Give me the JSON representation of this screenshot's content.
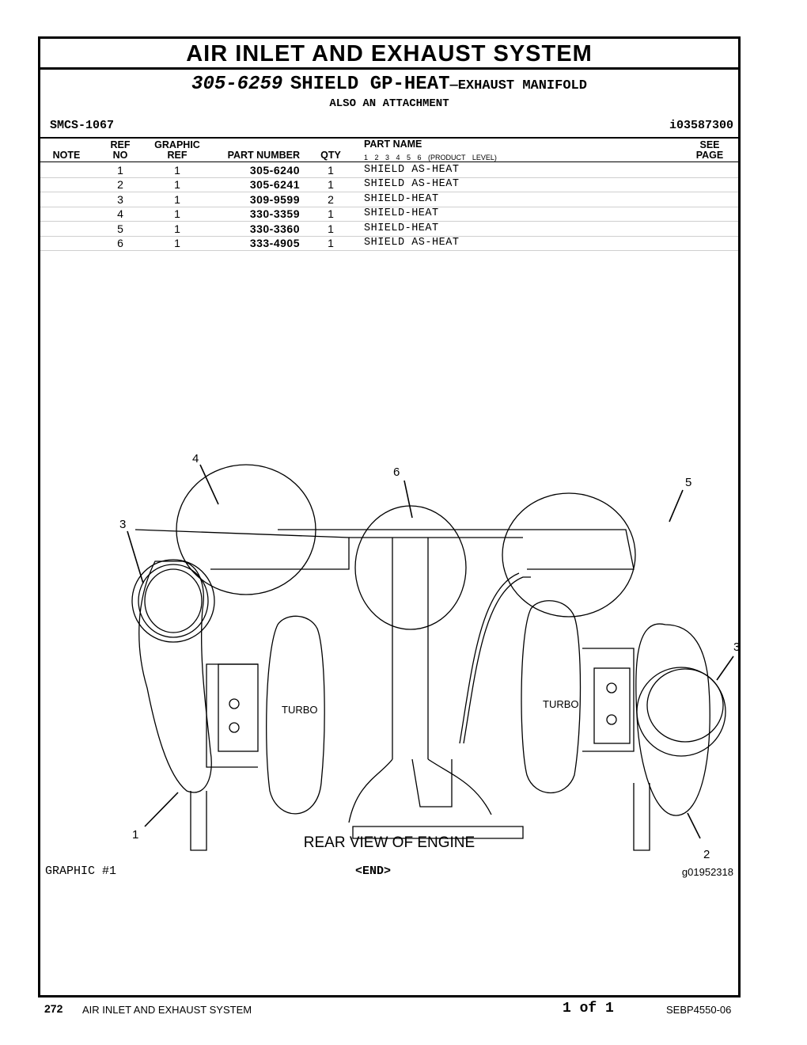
{
  "header": {
    "title": "AIR INLET AND EXHAUST SYSTEM",
    "part_number": "305-6259",
    "part_name": "SHIELD GP-HEAT",
    "part_sub": "—EXHAUST MANIFOLD",
    "also": "ALSO AN ATTACHMENT",
    "smcs": "SMCS-1067",
    "doc_id": "i03587300"
  },
  "table": {
    "headers": {
      "note": "NOTE",
      "ref_top": "REF",
      "ref_bottom": "NO",
      "graphic_top": "GRAPHIC",
      "graphic_bottom": "REF",
      "part_number": "PART NUMBER",
      "qty": "QTY",
      "part_name": "PART NAME",
      "product_level": "1 2 3 4 5 6 (PRODUCT LEVEL)",
      "see_top": "SEE",
      "see_bottom": "PAGE"
    },
    "rows": [
      {
        "ref": "1",
        "graphic": "1",
        "part_number": "305-6240",
        "qty": "1",
        "name": "SHIELD AS-HEAT"
      },
      {
        "ref": "2",
        "graphic": "1",
        "part_number": "305-6241",
        "qty": "1",
        "name": "SHIELD AS-HEAT"
      },
      {
        "ref": "3",
        "graphic": "1",
        "part_number": "309-9599",
        "qty": "2",
        "name": "SHIELD-HEAT"
      },
      {
        "ref": "4",
        "graphic": "1",
        "part_number": "330-3359",
        "qty": "1",
        "name": "SHIELD-HEAT"
      },
      {
        "ref": "5",
        "graphic": "1",
        "part_number": "330-3360",
        "qty": "1",
        "name": "SHIELD-HEAT"
      },
      {
        "ref": "6",
        "graphic": "1",
        "part_number": "333-4905",
        "qty": "1",
        "name": "SHIELD AS-HEAT"
      }
    ]
  },
  "figure": {
    "callouts": [
      "1",
      "2",
      "3",
      "3",
      "4",
      "5",
      "6"
    ],
    "turbo_label": "TURBO",
    "caption": "REAR VIEW OF ENGINE",
    "graphic_label": "GRAPHIC #1",
    "end_label": "<END>",
    "graphic_id": "g01952318"
  },
  "footer": {
    "page": "272",
    "system": "AIR INLET AND EXHAUST SYSTEM",
    "page_of": "1 of 1",
    "doc": "SEBP4550-06"
  }
}
